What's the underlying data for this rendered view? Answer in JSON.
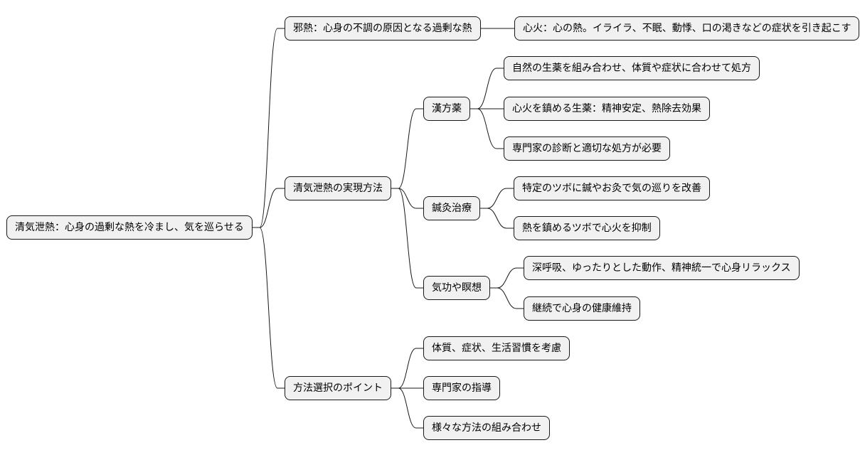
{
  "mindmap": {
    "root": {
      "label": "清気泄熱：心身の過剰な熱を冷まし、気を巡らせる",
      "children": [
        {
          "label": "邪熱：心身の不調の原因となる過剰な熱",
          "children": [
            {
              "label": "心火：心の熱。イライラ、不眠、動悸、口の渇きなどの症状を引き起こす",
              "children": []
            }
          ]
        },
        {
          "label": "清気泄熱の実現方法",
          "children": [
            {
              "label": "漢方薬",
              "children": [
                {
                  "label": "自然の生薬を組み合わせ、体質や症状に合わせて処方",
                  "children": []
                },
                {
                  "label": "心火を鎮める生薬：精神安定、熱除去効果",
                  "children": []
                },
                {
                  "label": "専門家の診断と適切な処方が必要",
                  "children": []
                }
              ]
            },
            {
              "label": "鍼灸治療",
              "children": [
                {
                  "label": "特定のツボに鍼やお灸で気の巡りを改善",
                  "children": []
                },
                {
                  "label": "熱を鎮めるツボで心火を抑制",
                  "children": []
                }
              ]
            },
            {
              "label": "気功や瞑想",
              "children": [
                {
                  "label": "深呼吸、ゆったりとした動作、精神統一で心身リラックス",
                  "children": []
                },
                {
                  "label": "継続で心身の健康維持",
                  "children": []
                }
              ]
            }
          ]
        },
        {
          "label": "方法選択のポイント",
          "children": [
            {
              "label": "体質、症状、生活習慣を考慮",
              "children": []
            },
            {
              "label": "専門家の指導",
              "children": []
            },
            {
              "label": "様々な方法の組み合わせ",
              "children": []
            }
          ]
        }
      ]
    }
  }
}
